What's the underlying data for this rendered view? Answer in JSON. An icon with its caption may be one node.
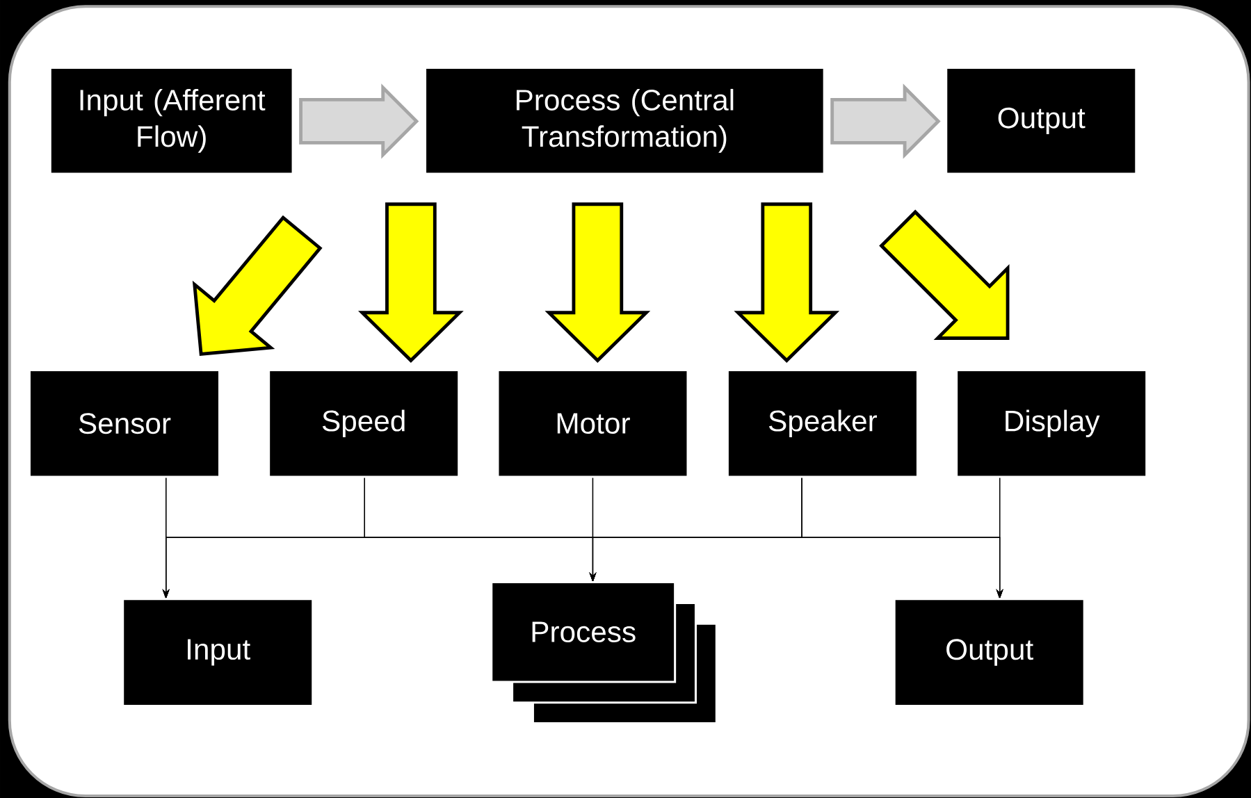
{
  "diagram": {
    "nodes": [
      {
        "text": [
          "Input (Afferent Flow)"
        ]
      },
      {
        "text": [
          "Process (Central Transformation)"
        ]
      },
      {
        "text": [
          "Output"
        ]
      },
      {
        "text": [
          "Sensor"
        ]
      },
      {
        "text": [
          "Speed"
        ]
      },
      {
        "text": [
          "Motor"
        ]
      },
      {
        "text": [
          "Speaker"
        ]
      },
      {
        "text": [
          "Display"
        ]
      },
      {
        "text": [
          "Input"
        ]
      },
      {
        "text": [
          "Process"
        ]
      },
      {
        "text": [
          "Output"
        ]
      }
    ],
    "edges": [
      {
        "from": 0,
        "to": 1,
        "arrow": "to",
        "style": "thick",
        "color": "#d9d9d9"
      },
      {
        "from": 1,
        "to": 2,
        "arrow": "to",
        "style": "thick",
        "color": "#d9d9d9"
      },
      {
        "from": 0,
        "to": 3,
        "arrow": "to",
        "style": "thick",
        "color": "#ffff00"
      },
      {
        "from": 1,
        "to": 4,
        "arrow": "to",
        "style": "thick",
        "color": "#ffff00"
      },
      {
        "from": 1,
        "to": 5,
        "arrow": "to",
        "style": "thick",
        "color": "#ffff00"
      },
      {
        "from": 1,
        "to": 6,
        "arrow": "to",
        "style": "thick",
        "color": "#ffff00"
      },
      {
        "from": 2,
        "to": 7,
        "arrow": "to",
        "style": "thick",
        "color": "#ffff00"
      },
      {
        "from": 3,
        "to": 8,
        "arrow": "to"
      },
      {
        "from": 3,
        "to": 9,
        "arrow": "to"
      },
      {
        "from": 3,
        "to": 10,
        "arrow": "to"
      },
      {
        "from": 4,
        "to": 8,
        "arrow": "to"
      },
      {
        "from": 4,
        "to": 9,
        "arrow": "to"
      },
      {
        "from": 4,
        "to": 10,
        "arrow": "to"
      },
      {
        "from": 5,
        "to": 8,
        "arrow": "to"
      },
      {
        "from": 5,
        "to": 9,
        "arrow": "to"
      },
      {
        "from": 5,
        "to": 10,
        "arrow": "to"
      },
      {
        "from": 6,
        "to": 8,
        "arrow": "to"
      },
      {
        "from": 6,
        "to": 9,
        "arrow": "to"
      },
      {
        "from": 6,
        "to": 10,
        "arrow": "to"
      },
      {
        "from": 7,
        "to": 8,
        "arrow": "to"
      },
      {
        "from": 7,
        "to": 9,
        "arrow": "to"
      },
      {
        "from": 7,
        "to": 10,
        "arrow": "to"
      }
    ]
  }
}
